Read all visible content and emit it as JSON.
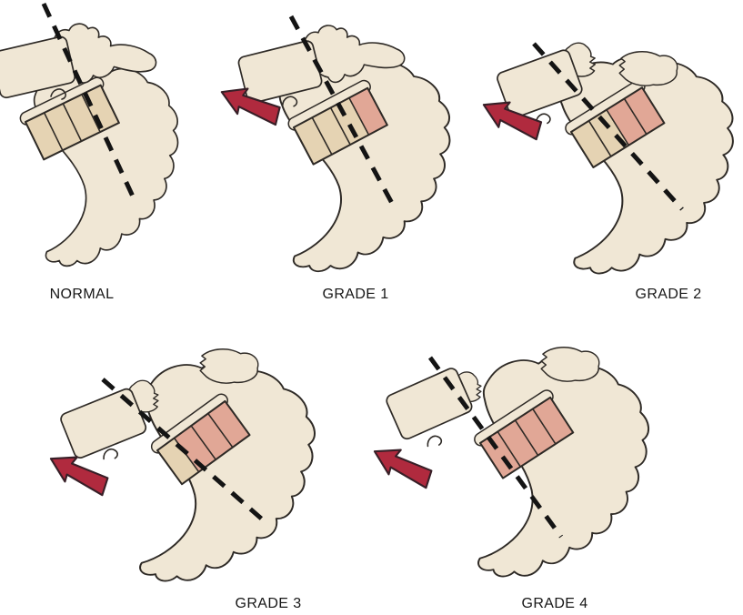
{
  "figure": {
    "background": "#ffffff",
    "panel_count": 5
  },
  "colors": {
    "page_bg": "#ffffff",
    "bone": "#f0e7d5",
    "bone_outline": "#2e2a26",
    "disc_normal": "#e5d3b3",
    "disc_slipped": "#e1a796",
    "arrow_fill": "#b02a3e",
    "arrow_outline": "#371f27",
    "dashed_line": "#141414",
    "label_text": "#161616"
  },
  "panels": [
    {
      "id": "normal",
      "label": "NORMAL",
      "grade": 0,
      "slipped_quarters": 0,
      "total_quarters": 4,
      "arrow": false,
      "pars_fracture": false
    },
    {
      "id": "grade-1",
      "label": "GRADE 1",
      "grade": 1,
      "slipped_quarters": 1,
      "total_quarters": 4,
      "arrow": true,
      "pars_fracture": false
    },
    {
      "id": "grade-2",
      "label": "GRADE 2",
      "grade": 2,
      "slipped_quarters": 2,
      "total_quarters": 4,
      "arrow": true,
      "pars_fracture": true
    },
    {
      "id": "grade-3",
      "label": "GRADE 3",
      "grade": 3,
      "slipped_quarters": 3,
      "total_quarters": 4,
      "arrow": true,
      "pars_fracture": true
    },
    {
      "id": "grade-4",
      "label": "GRADE 4",
      "grade": 4,
      "slipped_quarters": 4,
      "total_quarters": 4,
      "arrow": true,
      "pars_fracture": true
    }
  ]
}
